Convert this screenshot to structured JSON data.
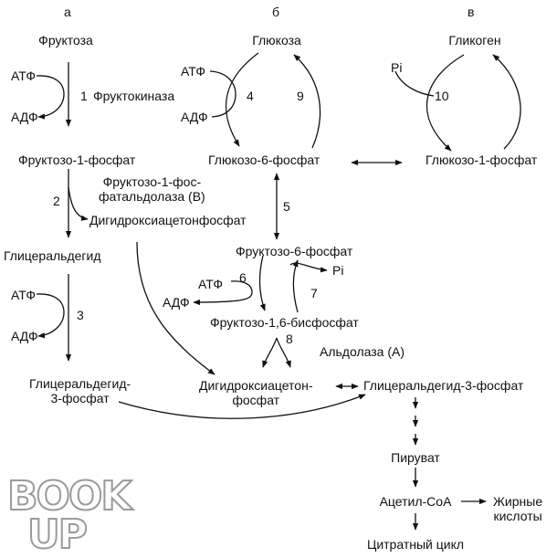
{
  "columns": {
    "a": "а",
    "b": "б",
    "c": "в"
  },
  "col_a": {
    "fructose": "Фруктоза",
    "atp1": "АТФ",
    "adp1": "АДФ",
    "step1": "1",
    "enzyme1": "Фруктокиназа",
    "f1p": "Фруктозо-1-фосфат",
    "step2": "2",
    "enzyme2": "Фруктозо-1-фос-\nфатальдолаза (В)",
    "dhap": "Дигидроксиацетонфосфат",
    "glyceraldehyde": "Глицеральдегид",
    "atp3": "АТФ",
    "adp3": "АДФ",
    "step3": "3",
    "g3p": "Глицеральдегид-\n3-фосфат"
  },
  "col_b": {
    "glucose": "Глюкоза",
    "atp4": "АТФ",
    "adp4": "АДФ",
    "step4": "4",
    "step9": "9",
    "g6p": "Глюкозо-6-фосфат",
    "step5": "5",
    "f6p": "Фруктозо-6-фосфат",
    "atp6": "АТФ",
    "adp6": "АДФ",
    "step6": "6",
    "step7": "7",
    "pi7": "Pi",
    "f16bp": "Фруктозо-1,6-бисфосфат",
    "step8": "8",
    "aldolase": "Альдолаза (А)",
    "dhap2": "Дигидроксиацетон-\nфосфат",
    "gap": "Глицеральдегид-3-фосфат",
    "pyruvate": "Пируват",
    "acetyl": "Ацетил-СоА",
    "fatty": "Жирные\nкислоты",
    "tca": "Цитратный цикл"
  },
  "col_c": {
    "glycogen": "Гликоген",
    "pi10": "Pi",
    "step10": "10",
    "g1p": "Глюкозо-1-фосфат"
  },
  "watermark": {
    "line1": "BOOK",
    "line2": "UP"
  }
}
